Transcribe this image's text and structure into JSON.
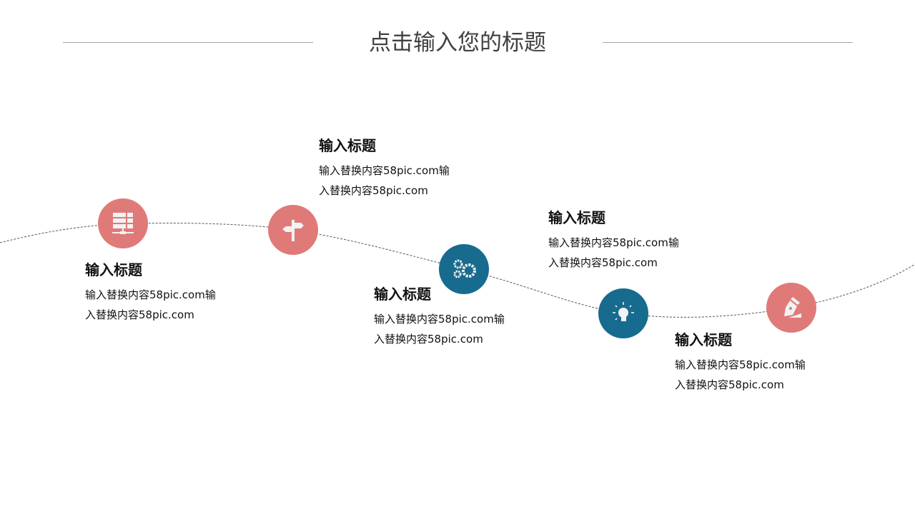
{
  "header": {
    "title": "点击输入您的标题"
  },
  "colors": {
    "pink": "#E07A78",
    "blue": "#176B8E"
  },
  "steps": [
    {
      "icon": "server-icon",
      "title": "输入标题",
      "line1": "输入替换内容58pic.com输",
      "line2": "入替换内容58pic.com"
    },
    {
      "icon": "signpost-icon",
      "title": "输入标题",
      "line1": "输入替换内容58pic.com输",
      "line2": "入替换内容58pic.com"
    },
    {
      "icon": "gears-icon",
      "title": "输入标题",
      "line1": "输入替换内容58pic.com输",
      "line2": "入替换内容58pic.com"
    },
    {
      "icon": "lightbulb-icon",
      "title": "输入标题",
      "line1": "输入替换内容58pic.com输",
      "line2": "入替换内容58pic.com"
    },
    {
      "icon": "pen-nib-icon",
      "title": "输入标题",
      "line1": "输入替换内容58pic.com输",
      "line2": "入替换内容58pic.com"
    }
  ]
}
